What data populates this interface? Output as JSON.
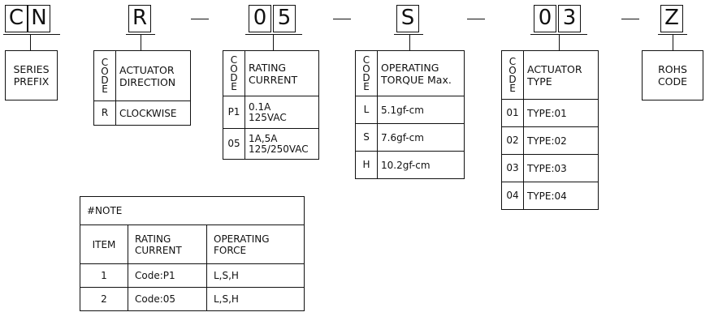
{
  "part_number": {
    "prefix_chars": [
      "C",
      "N"
    ],
    "direction_char": "R",
    "rating_chars": [
      "0",
      "5"
    ],
    "torque_char": "S",
    "type_chars": [
      "0",
      "3"
    ],
    "rohs_char": "Z",
    "separator": "—"
  },
  "code_header": [
    "C",
    "O",
    "D",
    "E"
  ],
  "series_prefix": {
    "line1": "SERIES",
    "line2": "PREFIX"
  },
  "actuator_direction": {
    "title_line1": "ACTUATOR",
    "title_line2": "DIRECTION",
    "rows": [
      {
        "code": "R",
        "value": "CLOCKWISE"
      }
    ]
  },
  "rating_current": {
    "title_line1": "RATING",
    "title_line2": "CURRENT",
    "rows": [
      {
        "code": "P1",
        "line1": "0.1A",
        "line2": "125VAC"
      },
      {
        "code": "05",
        "line1": "1A,5A",
        "line2": "125/250VAC"
      }
    ]
  },
  "operating_torque": {
    "title_line1": "OPERATING",
    "title_line2": "TORQUE Max.",
    "rows": [
      {
        "code": "L",
        "value": "5.1gf-cm"
      },
      {
        "code": "S",
        "value": "7.6gf-cm"
      },
      {
        "code": "H",
        "value": "10.2gf-cm"
      }
    ]
  },
  "actuator_type": {
    "title_line1": "ACTUATOR",
    "title_line2": "TYPE",
    "rows": [
      {
        "code": "01",
        "value": "TYPE:01"
      },
      {
        "code": "02",
        "value": "TYPE:02"
      },
      {
        "code": "03",
        "value": "TYPE:03"
      },
      {
        "code": "04",
        "value": "TYPE:04"
      }
    ]
  },
  "rohs": {
    "line1": "ROHS",
    "line2": "CODE"
  },
  "note": {
    "title": "#NOTE",
    "headers": [
      {
        "l1": "ITEM",
        "l2": ""
      },
      {
        "l1": "RATING",
        "l2": "CURRENT"
      },
      {
        "l1": "OPERATING",
        "l2": "FORCE"
      }
    ],
    "rows": [
      {
        "item": "1",
        "rating": "Code:P1",
        "force": "L,S,H"
      },
      {
        "item": "2",
        "rating": "Code:05",
        "force": "L,S,H"
      }
    ]
  }
}
